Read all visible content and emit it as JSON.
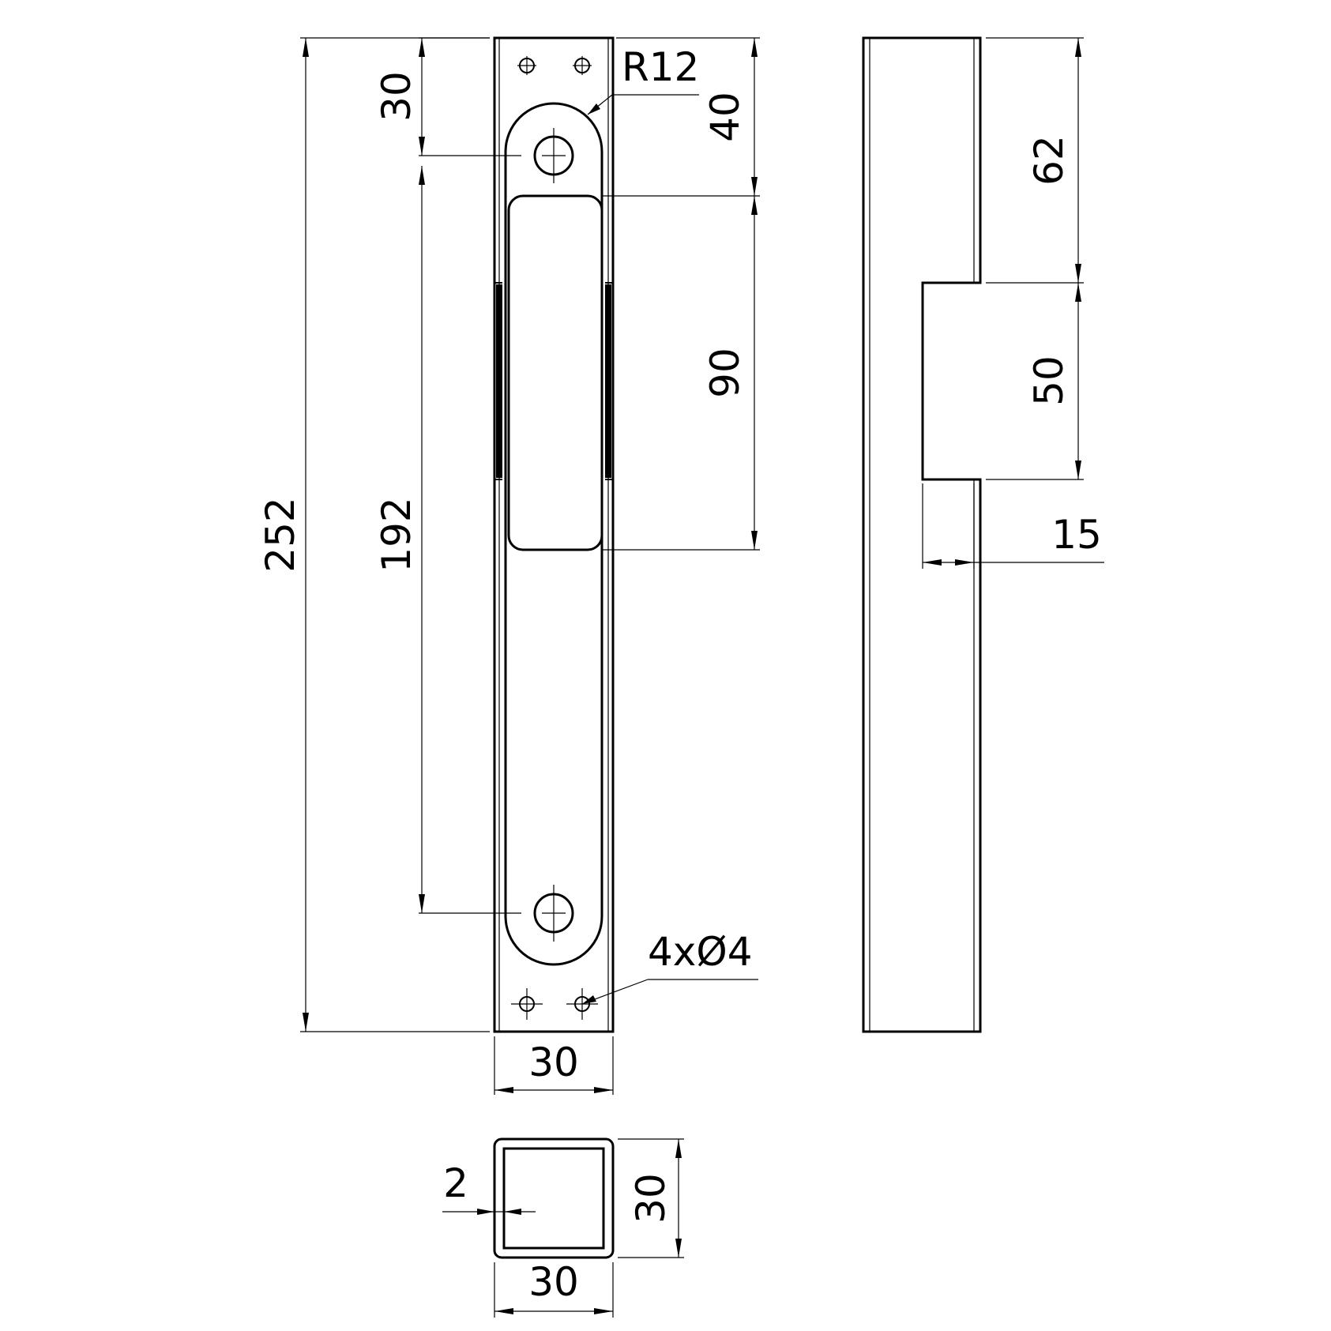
{
  "drawing": {
    "front_view": {
      "overall_height": "252",
      "hole_spacing": "192",
      "top_to_hole": "30",
      "top_to_window": "40",
      "window_height": "90",
      "corner_radius": "R12",
      "small_holes": "4xØ4",
      "width": "30"
    },
    "side_view": {
      "upper_segment": "62",
      "notch_height": "50",
      "notch_depth": "15"
    },
    "section_view": {
      "wall_thickness": "2",
      "height": "30",
      "width": "30"
    }
  },
  "colors": {
    "line": "#000000",
    "background": "#ffffff"
  }
}
